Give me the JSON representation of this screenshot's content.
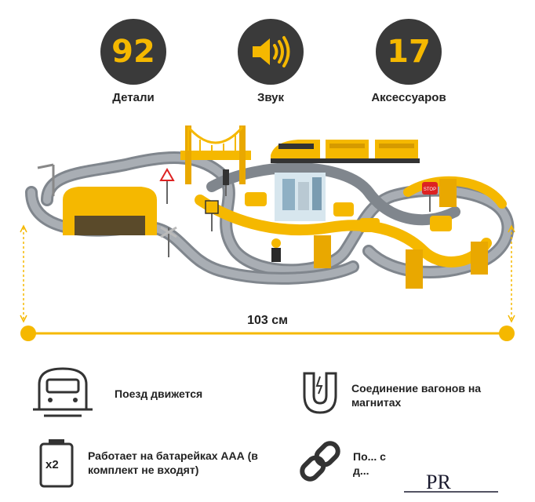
{
  "stats": [
    {
      "value": "92",
      "label": "Детали"
    },
    {
      "icon": "speaker-icon",
      "label": "Звук"
    },
    {
      "value": "17",
      "label": "Аксессуаров"
    }
  ],
  "dimension": "103 см",
  "colors": {
    "accent": "#f5b800",
    "dark": "#3a3a3a",
    "track": "#8a8f96"
  },
  "scene": {
    "stop_sign": "STOP"
  },
  "features": [
    {
      "icon": "train-icon",
      "text": "Поезд движется"
    },
    {
      "icon": "magnet-icon",
      "text": "Соединение вагонов на магнитах"
    },
    {
      "icon": "battery-icon",
      "text": "Работает на батарейках ААА (в комплект не входят)",
      "badge": "x2"
    },
    {
      "icon": "chain-link-icon",
      "text": "По... с д..."
    }
  ]
}
